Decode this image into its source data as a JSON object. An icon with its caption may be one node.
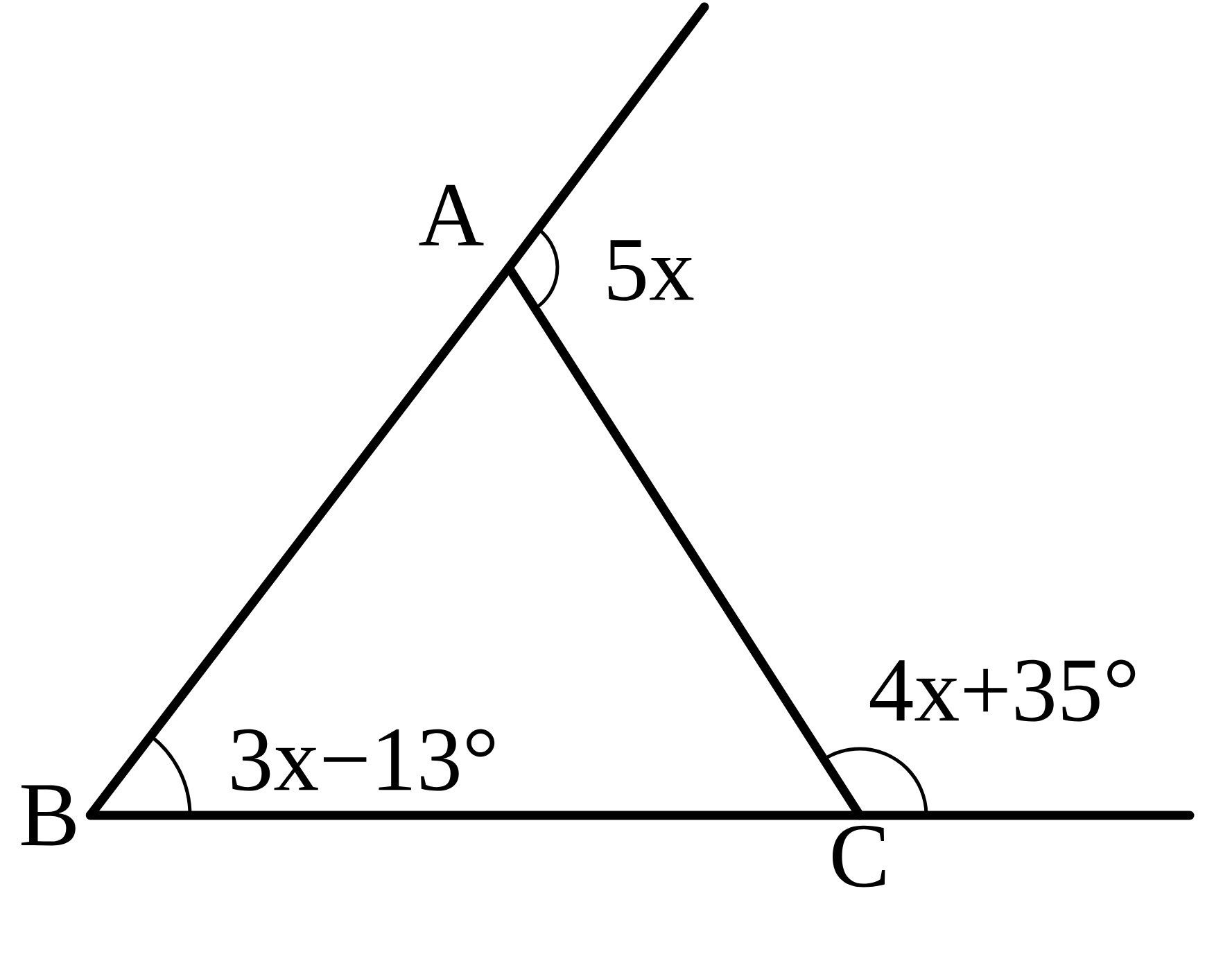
{
  "diagram": {
    "nodes": [
      {
        "text": [
          "A"
        ]
      },
      {
        "text": [
          "B"
        ]
      },
      {
        "text": [
          "C"
        ]
      }
    ],
    "edges": [
      {
        "from": 0,
        "to": 1,
        "arrow": "none"
      },
      {
        "from": 0,
        "to": 2,
        "arrow": "none"
      },
      {
        "from": 1,
        "to": 2,
        "arrow": "none"
      },
      {
        "from": 0,
        "to": null,
        "arrow": "none"
      },
      {
        "from": 2,
        "to": null,
        "arrow": "none"
      }
    ],
    "labels": [
      "5x",
      "4x+35°",
      "3x−13°"
    ]
  }
}
